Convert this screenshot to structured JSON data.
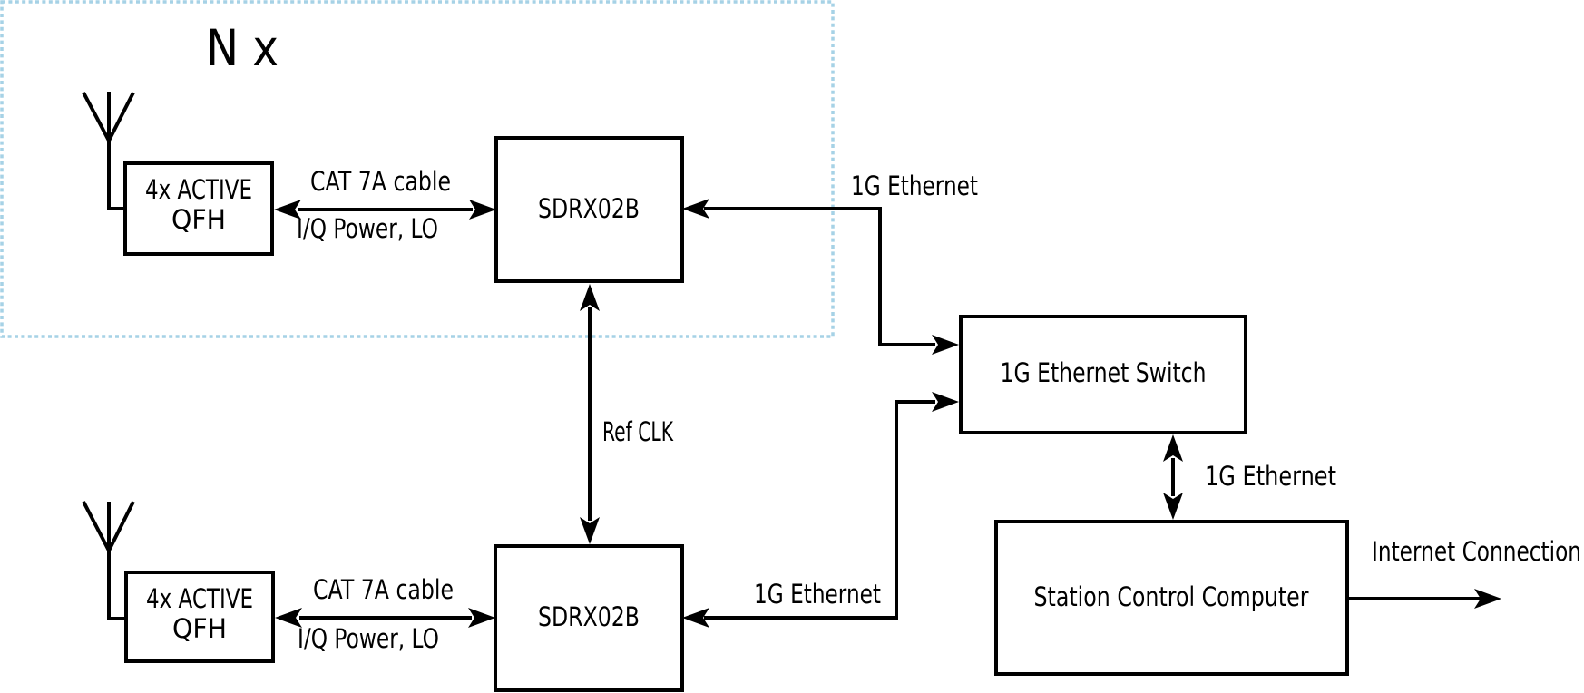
{
  "diagram": {
    "multiplier_label": "N x",
    "nodes": {
      "qfh_top": {
        "line1": "4x ACTIVE",
        "line2": "QFH"
      },
      "sdrx_top": {
        "label": "SDRX02B"
      },
      "qfh_bottom": {
        "line1": "4x ACTIVE",
        "line2": "QFH"
      },
      "sdrx_bottom": {
        "label": "SDRX02B"
      },
      "ethernet_switch": {
        "label": "1G Ethernet Switch"
      },
      "station_computer": {
        "label": "Station Control Computer"
      }
    },
    "connections": {
      "cat7a_top": {
        "label_above": "CAT 7A cable",
        "label_below": "I/Q Power, LO"
      },
      "cat7a_bottom": {
        "label_above": "CAT 7A cable",
        "label_below": "I/Q Power, LO"
      },
      "ref_clk": {
        "label": "Ref CLK"
      },
      "eth_top": {
        "label": "1G Ethernet"
      },
      "eth_bottom": {
        "label": "1G Ethernet"
      },
      "eth_switch_pc": {
        "label": "1G Ethernet"
      },
      "internet": {
        "label": "Internet Connection"
      }
    },
    "colors": {
      "accent_blue": "#a6d2e6",
      "line_black": "#000000",
      "background": "#ffffff"
    }
  }
}
